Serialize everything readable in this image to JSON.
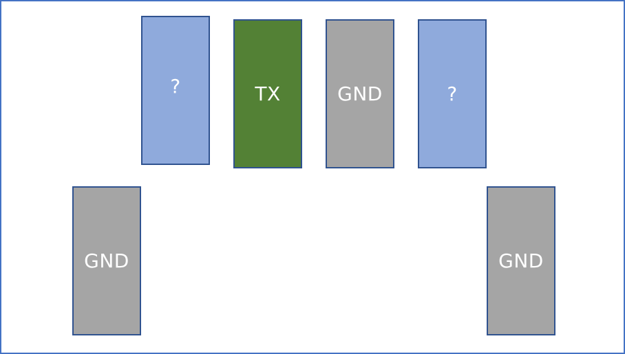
{
  "colors": {
    "unknown": "#8faadc",
    "tx": "#538135",
    "gnd": "#a5a5a5",
    "outline": "#2f528f",
    "frame": "#4472c4"
  },
  "pads": [
    {
      "label": "?",
      "kind": "unknown"
    },
    {
      "label": "TX",
      "kind": "tx"
    },
    {
      "label": "GND",
      "kind": "gnd"
    },
    {
      "label": "?",
      "kind": "unknown"
    },
    {
      "label": "GND",
      "kind": "gnd"
    },
    {
      "label": "GND",
      "kind": "gnd"
    }
  ]
}
